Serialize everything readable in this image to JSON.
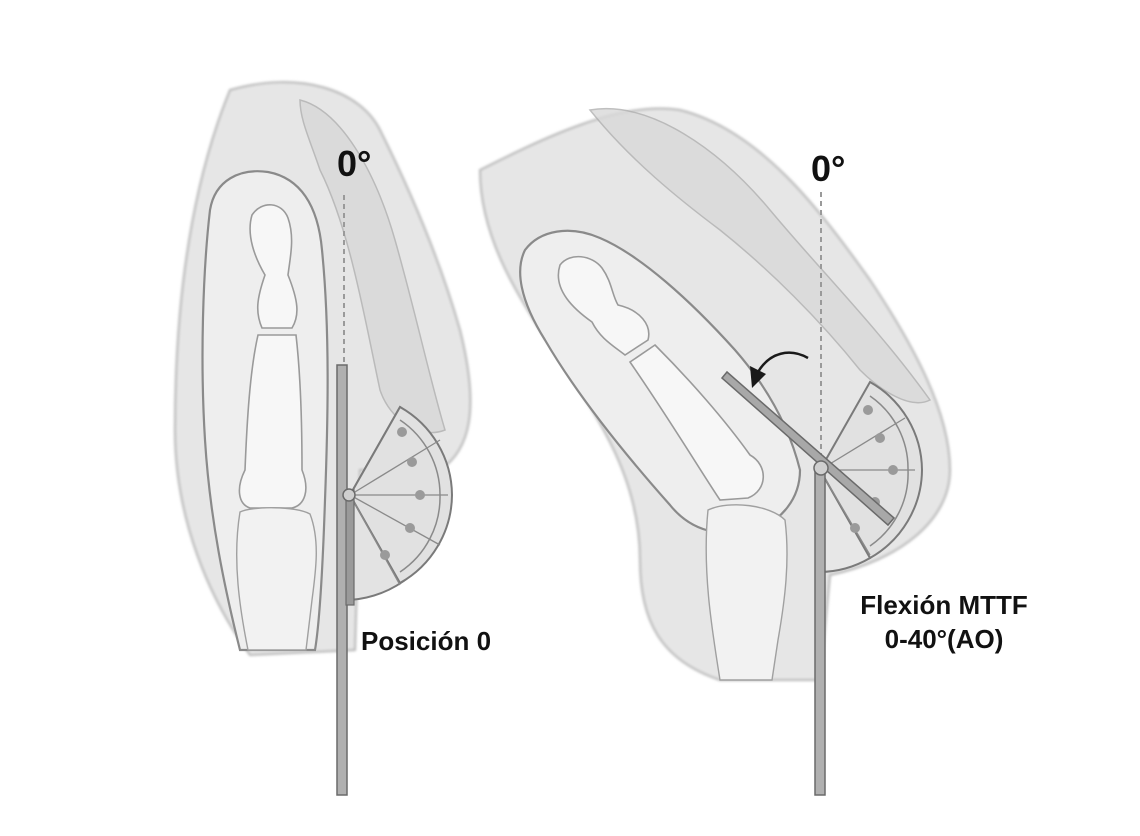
{
  "left_panel": {
    "angle_label": "0°",
    "caption": "Posición 0"
  },
  "right_panel": {
    "angle_label": "0°",
    "caption_line1": "Flexión MTTF",
    "caption_line2": "0-40°(AO)"
  },
  "colors": {
    "skin": "#e6e6e6",
    "skin_shadow": "#cfcfcf",
    "bone": "#f7f7f7",
    "outline": "#8a8a8a",
    "goniometer_face": "#e3e3e3",
    "goniometer_arm": "#9a9a9a",
    "reference_line": "#9a9a9a",
    "text": "#111111"
  }
}
